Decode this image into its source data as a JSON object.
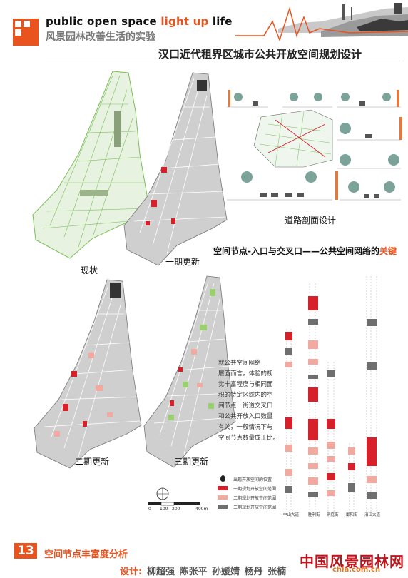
{
  "header": {
    "brand_en_main": "public open space ",
    "brand_en_highlight": "light up",
    "brand_en_tail": " life",
    "brand_cn": "风景园林改善生活的实验",
    "project_title": "汉口近代租界区城市公共开放空间规划设计"
  },
  "maps": {
    "labels": [
      "现状",
      "一期更新",
      "二期更新",
      "三期更新"
    ]
  },
  "road_section": {
    "label": "道路剖面设计"
  },
  "nodes": {
    "heading_main": "空间节点-入口与交叉口——公共空间网络的",
    "heading_key": "关键",
    "description_lines": [
      "就公共空间网络",
      "层面而言，体验的视",
      "觉丰富程度与相同面",
      "积的特定区域内的空",
      "间节点一街道交叉口",
      "和公共开放入口数量",
      "有关，一般情况下与",
      "空间节点数量成正比。"
    ]
  },
  "legend": {
    "items": [
      "出现开放空间的位置",
      "一期规划开放空间范围",
      "二期规划开放空间范围",
      "三期规划开放空间范围"
    ]
  },
  "scale": {
    "ticks": [
      "0",
      "100",
      "200",
      "400m"
    ]
  },
  "streets": {
    "names": [
      "中山大道",
      "胜利街",
      "洞庭街",
      "鄱阳街",
      "沿江大道"
    ]
  },
  "footer": {
    "page_number": "13",
    "title": "空间节点丰富度分析",
    "designers_label": "设计:",
    "designers": "柳超强 陈张平 孙媛婧 杨丹 张楠",
    "watermark": "中国风景园林网",
    "watermark_sub": "chla.com.cn"
  },
  "colors": {
    "accent": "#e8531e",
    "phase1": "#d8202a",
    "phase2": "#f2a9a0",
    "phase3": "#6f6f6f",
    "green": "#7cbf5a"
  }
}
